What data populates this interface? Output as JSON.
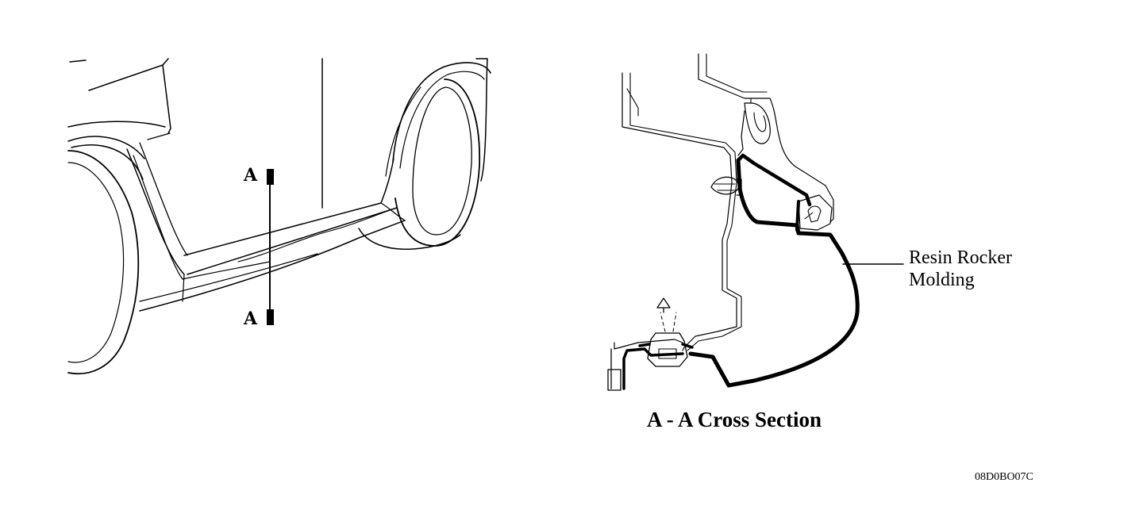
{
  "car_view": {
    "section_mark_top": "A",
    "section_mark_bottom": "A"
  },
  "cross_section": {
    "callout_line1": "Resin Rocker",
    "callout_line2": "Molding",
    "title": "A - A Cross Section"
  },
  "figure_code": "08D0BO07C",
  "colors": {
    "line": "#000000",
    "background": "#ffffff"
  }
}
